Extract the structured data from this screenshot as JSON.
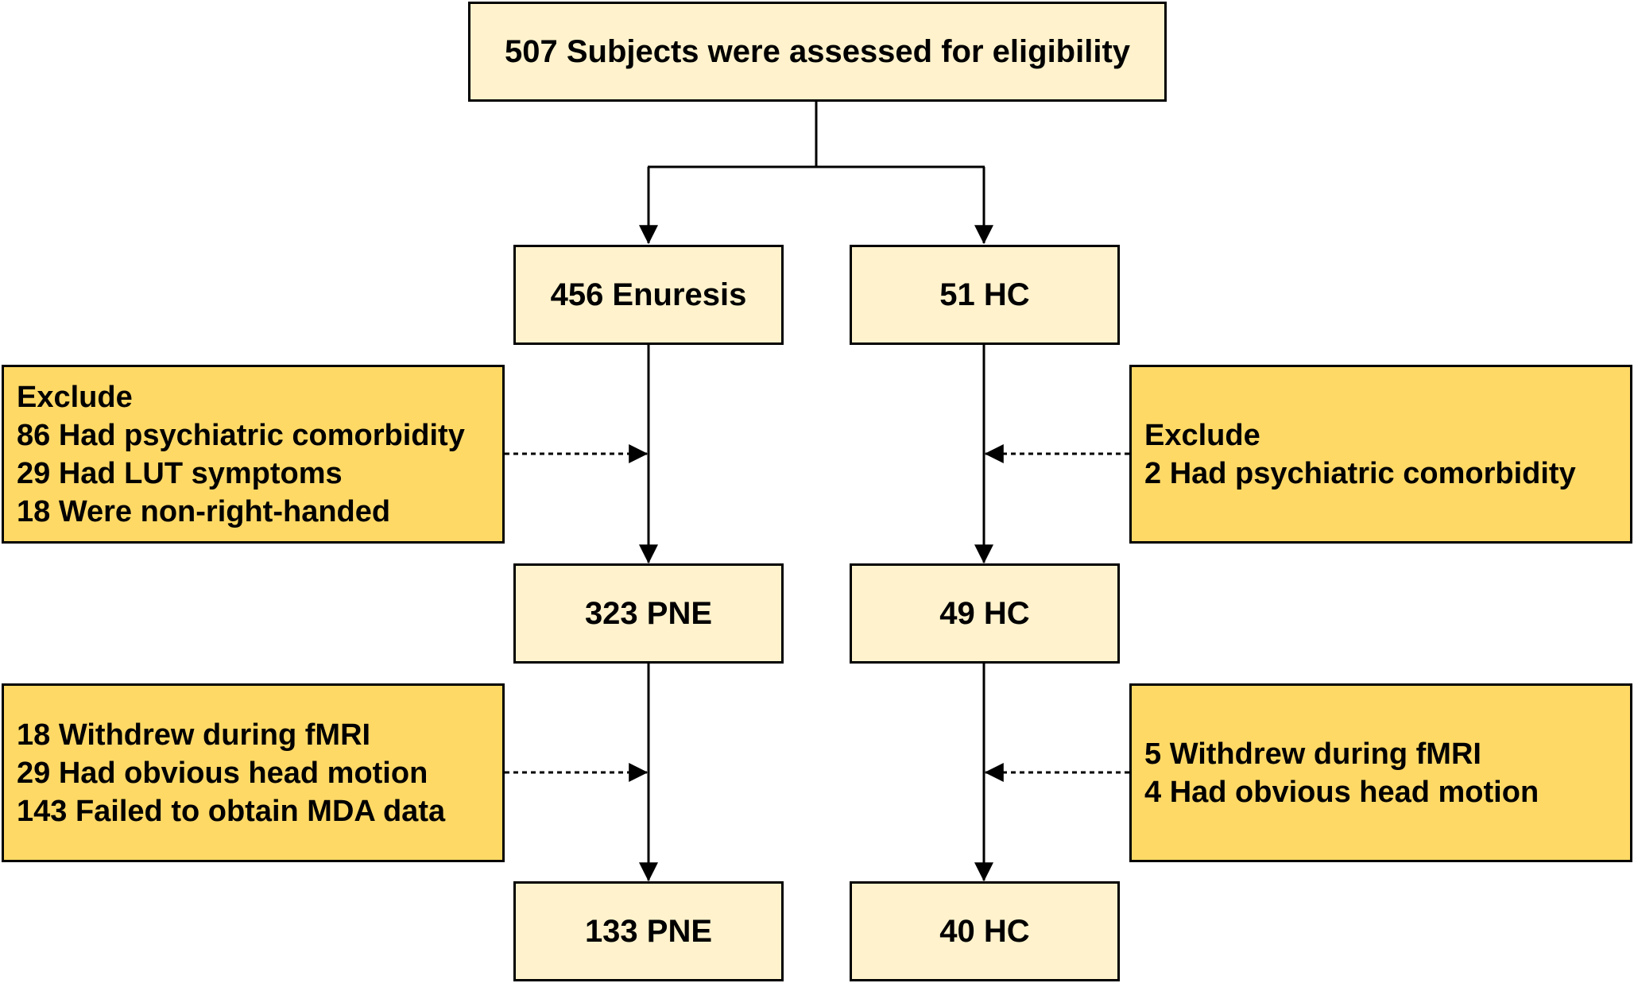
{
  "flowchart": {
    "top": {
      "label": "507 Subjects were assessed for eligibility"
    },
    "enuresis": {
      "stage1": "456 Enuresis",
      "stage2": "323 PNE",
      "stage3": "133 PNE",
      "exclude1": {
        "lines": [
          "Exclude",
          "86 Had psychiatric comorbidity",
          "29 Had LUT symptoms",
          "18 Were non-right-handed"
        ]
      },
      "exclude2": {
        "lines": [
          "18 Withdrew during fMRI",
          "29 Had obvious head motion",
          "143 Failed to obtain MDA data"
        ]
      }
    },
    "hc": {
      "stage1": "51 HC",
      "stage2": "49 HC",
      "stage3": "40 HC",
      "exclude1": {
        "lines": [
          "Exclude",
          "2 Had psychiatric comorbidity"
        ]
      },
      "exclude2": {
        "lines": [
          "5 Withdrew during fMRI",
          "4 Had obvious head motion"
        ]
      }
    }
  },
  "colors": {
    "stage_box_fill": "#fff2cc",
    "exclusion_box_fill": "#ffd966",
    "border": "#000000"
  }
}
